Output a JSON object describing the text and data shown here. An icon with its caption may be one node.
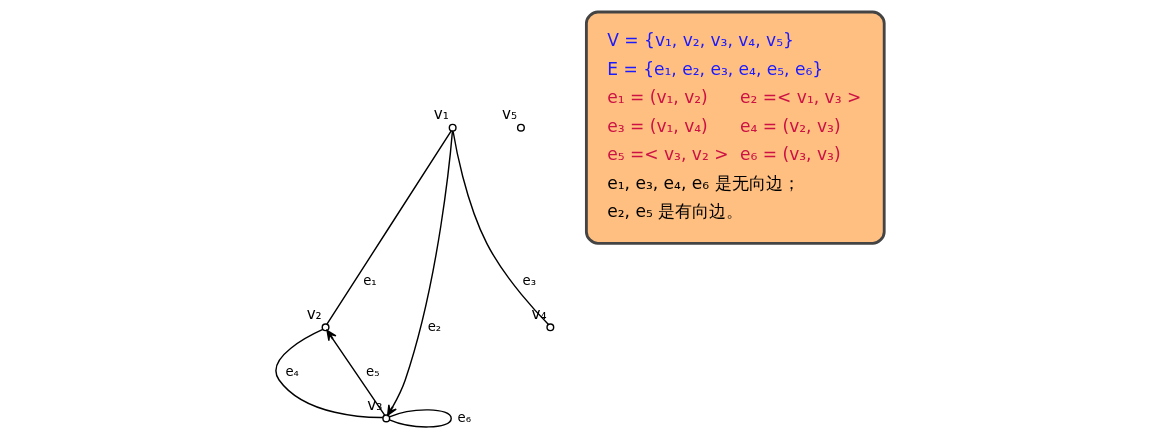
{
  "diagram": {
    "nodes": [
      {
        "text": [],
        "shape": "circle",
        "beside": [
          "v₁"
        ]
      },
      {
        "text": [],
        "shape": "circle",
        "beside": [
          "v₂"
        ]
      },
      {
        "text": [],
        "shape": "circle",
        "beside": [
          "v₃"
        ]
      },
      {
        "text": [],
        "shape": "circle",
        "beside": [
          "v₄"
        ]
      },
      {
        "text": [],
        "shape": "circle",
        "beside": [
          "v₅"
        ]
      },
      {
        "text": [
          "V = {v₁, v₂, v₃, v₄, v₅}",
          "E = {e₁, e₂, e₃, e₄, e₅, e₆}",
          "e₁ = (v₁, v₂)",
          "e₂ =< v₁, v₃ >",
          "e₃ = (v₁, v₄)",
          "e₄ = (v₂, v₃)",
          "e₅ =< v₃, v₂ >",
          "e₆ = (v₃, v₃)",
          "e₁, e₃, e₄, e₆ 是无向边；",
          "e₂, e₅ 是有向边。"
        ]
      }
    ],
    "edges": [
      {
        "from": 0,
        "to": 1,
        "arrow": "none",
        "label": "e₁"
      },
      {
        "from": 0,
        "to": 2,
        "arrow": "to",
        "label": "e₂"
      },
      {
        "from": 0,
        "to": 3,
        "arrow": "none",
        "label": "e₃"
      },
      {
        "from": 1,
        "to": 2,
        "arrow": "none",
        "label": "e₄"
      },
      {
        "from": 2,
        "to": 1,
        "arrow": "to",
        "label": "e₅"
      },
      {
        "from": 2,
        "to": 2,
        "arrow": "none",
        "label": "e₆"
      }
    ]
  }
}
